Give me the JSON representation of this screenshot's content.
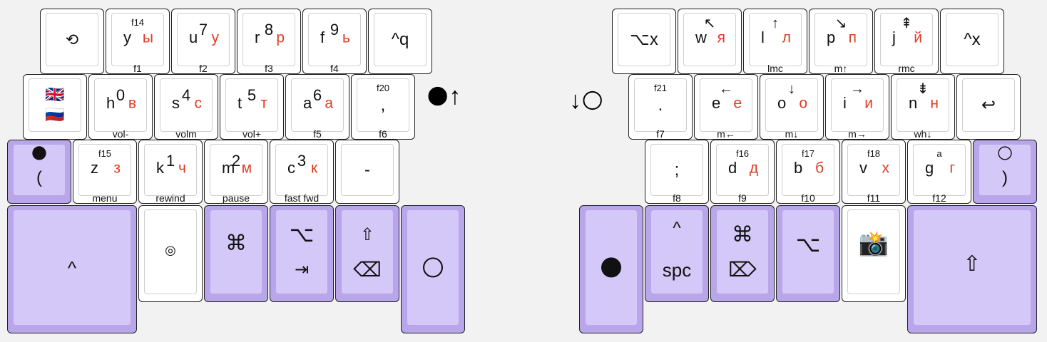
{
  "left": {
    "row1": [
      {
        "tap": "⟲",
        "icon": "reload-icon"
      },
      {
        "latin": "y",
        "cyr": "ы",
        "top": "f14",
        "bottom": "f1"
      },
      {
        "latin": "u",
        "cyr": "у",
        "top": "7",
        "bottom": "f2"
      },
      {
        "latin": "r",
        "cyr": "р",
        "top": "8",
        "bottom": "f3"
      },
      {
        "latin": "f",
        "cyr": "ь",
        "top": "9",
        "bottom": "f4"
      },
      {
        "tap": "^q"
      }
    ],
    "row2": [
      {
        "tap": "🇬🇧🇷🇺",
        "flag_top": "🇬🇧",
        "flag_bottom": "🇷🇺"
      },
      {
        "latin": "h",
        "cyr": "в",
        "top": "0",
        "bottom": "vol-"
      },
      {
        "latin": "s",
        "cyr": "с",
        "top": "4",
        "bottom": "volm"
      },
      {
        "latin": "t",
        "cyr": "т",
        "top": "5",
        "bottom": "vol+"
      },
      {
        "latin": "a",
        "cyr": "а",
        "top": "6",
        "bottom": "f5"
      },
      {
        "tap": ",",
        "top": "f20",
        "bottom": "f6"
      }
    ],
    "row3": [
      {
        "top_emoji": "🌑",
        "tap": "("
      },
      {
        "latin": "z",
        "cyr": "з",
        "top": "f15",
        "bottom": "menu"
      },
      {
        "latin": "k",
        "cyr": "ч",
        "top": "1",
        "bottom": "rewind"
      },
      {
        "latin": "m",
        "cyr": "м",
        "top": "2",
        "bottom": "pause"
      },
      {
        "latin": "c",
        "cyr": "к",
        "top": "3",
        "bottom": "fast fwd"
      },
      {
        "tap": "-"
      }
    ],
    "thumbs": [
      {
        "tap": "^"
      },
      {
        "tap": "◎",
        "icon": "circle-overlap-icon"
      },
      {
        "tap": "⌘"
      },
      {
        "top": "⌥",
        "tap": "⇥"
      },
      {
        "top": "⇧",
        "tap": "⌫"
      },
      {
        "tap": "🌕"
      }
    ]
  },
  "right": {
    "row1": [
      {
        "tap": "⌥x"
      },
      {
        "latin": "w",
        "cyr": "я",
        "top": "↖",
        "bottom": ""
      },
      {
        "latin": "l",
        "cyr": "л",
        "top": "↑",
        "bottom": "lmc"
      },
      {
        "latin": "p",
        "cyr": "п",
        "top": "↘",
        "bottom": "m↑"
      },
      {
        "latin": "j",
        "cyr": "й",
        "top": "⇞",
        "bottom": "rmc"
      },
      {
        "tap": "^x"
      }
    ],
    "row2": [
      {
        "tap": ".",
        "top": "f21",
        "bottom": "f7"
      },
      {
        "latin": "e",
        "cyr": "е",
        "top": "←",
        "bottom": "m←"
      },
      {
        "latin": "o",
        "cyr": "о",
        "top": "↓",
        "bottom": "m↓"
      },
      {
        "latin": "i",
        "cyr": "и",
        "top": "→",
        "bottom": "m→"
      },
      {
        "latin": "n",
        "cyr": "н",
        "top": "⇟",
        "bottom": "wh↓"
      },
      {
        "tap": "↩"
      }
    ],
    "row3": [
      {
        "tap": ";",
        "bottom": "f8"
      },
      {
        "latin": "d",
        "cyr": "д",
        "top": "f16",
        "bottom": "f9"
      },
      {
        "latin": "b",
        "cyr": "б",
        "top": "f17",
        "bottom": "f10"
      },
      {
        "latin": "v",
        "cyr": "х",
        "top": "f18",
        "bottom": "f11"
      },
      {
        "latin": "g",
        "cyr": "г",
        "top": "a",
        "bottom": "f12"
      },
      {
        "top_emoji": "🌕",
        "tap": ")"
      }
    ],
    "thumbs": [
      {
        "tap": "🌑"
      },
      {
        "top": "^",
        "tap": "spc"
      },
      {
        "top": "⌘",
        "tap": "⌦"
      },
      {
        "tap": "⌥"
      },
      {
        "tap": "📸"
      },
      {
        "tap": "⇧"
      }
    ]
  },
  "indicators": {
    "left": {
      "emoji": "🌑",
      "arrow": "↑"
    },
    "right": {
      "arrow": "↓",
      "emoji": "🌕"
    }
  },
  "colors": {
    "modifier": "#b9a6ea",
    "modifier_face": "#d4c8f8",
    "cyrillic": "#e03b24"
  }
}
